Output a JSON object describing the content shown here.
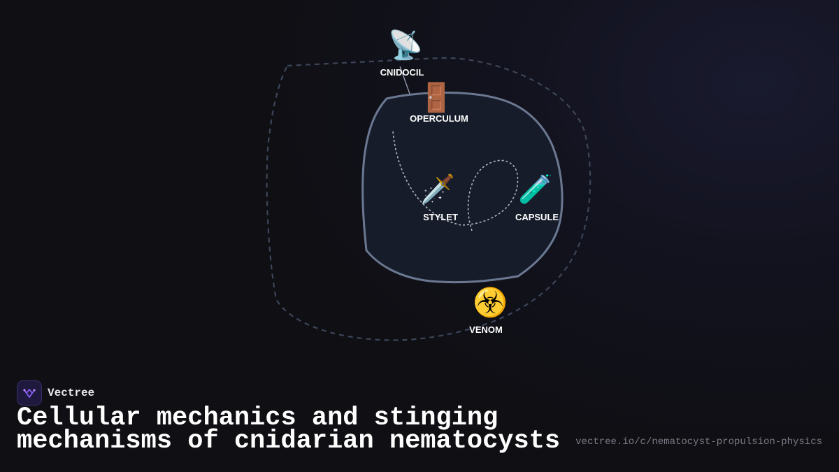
{
  "diagram": {
    "nodes": [
      {
        "id": "cnidocil",
        "label": "CNIDOCIL",
        "icon": "satellite-dish-icon",
        "glyph": "📡"
      },
      {
        "id": "operculum",
        "label": "OPERCULUM",
        "icon": "door-icon",
        "glyph": "🚪"
      },
      {
        "id": "stylet",
        "label": "STYLET",
        "icon": "dagger-icon",
        "glyph": "🗡️"
      },
      {
        "id": "capsule",
        "label": "CAPSULE",
        "icon": "test-tube-icon",
        "glyph": "🧪"
      },
      {
        "id": "venom",
        "label": "VENOM",
        "icon": "biohazard-icon",
        "glyph": "☣️"
      }
    ],
    "colors": {
      "capsule_fill": "#161c2a",
      "capsule_stroke": "#6b7891",
      "outer_dashed": "#3c4658",
      "thread": "#aeb6c6"
    }
  },
  "brand": {
    "name": "Vectree",
    "logo_icon": "vectree-logo-icon"
  },
  "title": "Cellular mechanics and stinging mechanisms of cnidarian nematocysts",
  "url": "vectree.io/c/nematocyst-propulsion-physics"
}
